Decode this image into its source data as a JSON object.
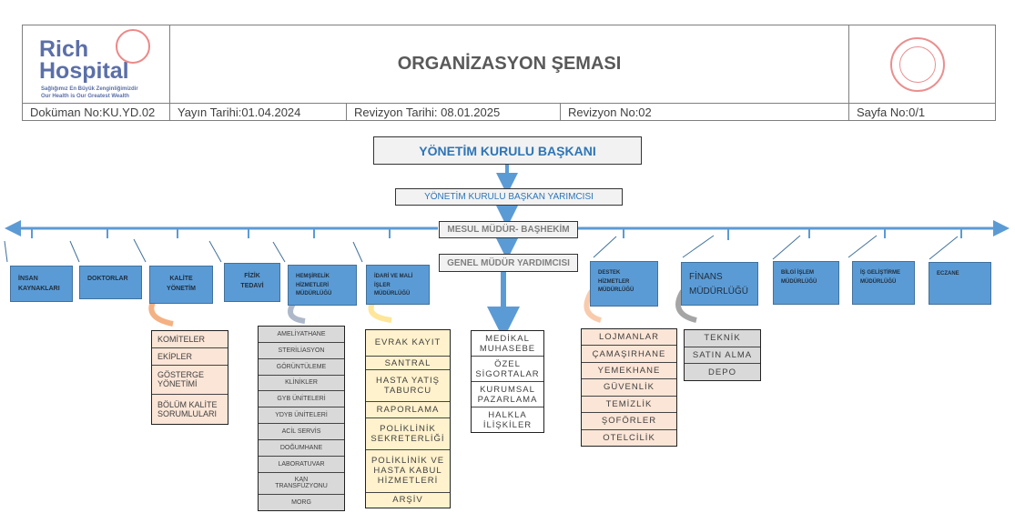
{
  "header": {
    "logo": {
      "name": "Rich",
      "name2": "Hospital",
      "tagline_tr": "Sağlığımız En Büyük Zenginliğimizdir",
      "tagline_en": "Our Health is Our Greatest Wealth"
    },
    "title": "ORGANİZASYON ŞEMASI",
    "doc_no": "Doküman No:KU.YD.02",
    "publish_date": "Yayın Tarihi:01.04.2024",
    "revision_date": "Revizyon Tarihi: 08.01.2025",
    "revision_no": "Revizyon No:02",
    "page_no": "Sayfa No:0/1"
  },
  "top": {
    "chairman": "YÖNETİM KURULU BAŞKANI",
    "vice_chairman": "YÖNETİM KURULU BAŞKAN YARIMCISI",
    "chief_physician": "MESUL MÜDÜR- BAŞHEKİM",
    "deputy_gm": "GENEL MÜDÜR YARDIMCISI"
  },
  "departments": [
    "İNSAN KAYNAKLARI",
    "DOKTORLAR",
    "KALİTE YÖNETİM",
    "FİZİK TEDAVİ",
    "HEMŞİRELİK HİZMETLERİ MÜDÜRLÜĞÜ",
    "İDARİ VE MALİ İŞLER MÜDÜRLÜĞÜ",
    "DESTEK HİZMETLER MÜDÜRLÜĞÜ",
    "FİNANS MÜDÜRLÜĞÜ",
    "BİLGİ İŞLEM MÜDÜRLÜĞÜ",
    "İŞ GELİŞTİRME MÜDÜRLÜĞÜ",
    "ECZANE"
  ],
  "lists": {
    "quality": [
      "KOMİTELER",
      "EKİPLER",
      "GÖSTERGE YÖNETİMİ",
      "BÖLÜM KALİTE SORUMLULARI"
    ],
    "nursing": [
      "AMELİYATHANE",
      "STERİLİASYON",
      "GÖRÜNTÜLEME",
      "KLİNİKLER",
      "GYB ÜNİTELERİ",
      "YDYB ÜNİTELERİ",
      "ACİL SERVİS",
      "DOĞUMHANE",
      "LABORATUVAR",
      "KAN TRANSFÜZYONU",
      "MORG"
    ],
    "admin": [
      "EVRAK KAYIT",
      "SANTRAL",
      "HASTA YATIŞ TABURCU",
      "RAPORLAMA",
      "POLİKLİNİK SEKRETERLİĞİ",
      "POLİKLİNİK VE HASTA KABUL HİZMETLERİ",
      "ARŞİV"
    ],
    "gm": [
      "MEDİKAL MUHASEBE",
      "ÖZEL SİGORTALAR",
      "KURUMSAL PAZARLAMA",
      "HALKLA İLİŞKİLER"
    ],
    "support": [
      "LOJMANLAR",
      "ÇAMAŞIRHANE",
      "YEMEKHANE",
      "GÜVENLİK",
      "TEMİZLİK",
      "ŞOFÖRLER",
      "OTELCİLİK"
    ],
    "finance": [
      "TEKNİK",
      "SATIN ALMA",
      "DEPO"
    ]
  },
  "colors": {
    "dept_blue": "#5b9bd5",
    "title_blue": "#2e75b6",
    "quality_fill": "#fbe5d6",
    "admin_fill": "#fff2cc",
    "gray_fill": "#d9d9d9"
  }
}
